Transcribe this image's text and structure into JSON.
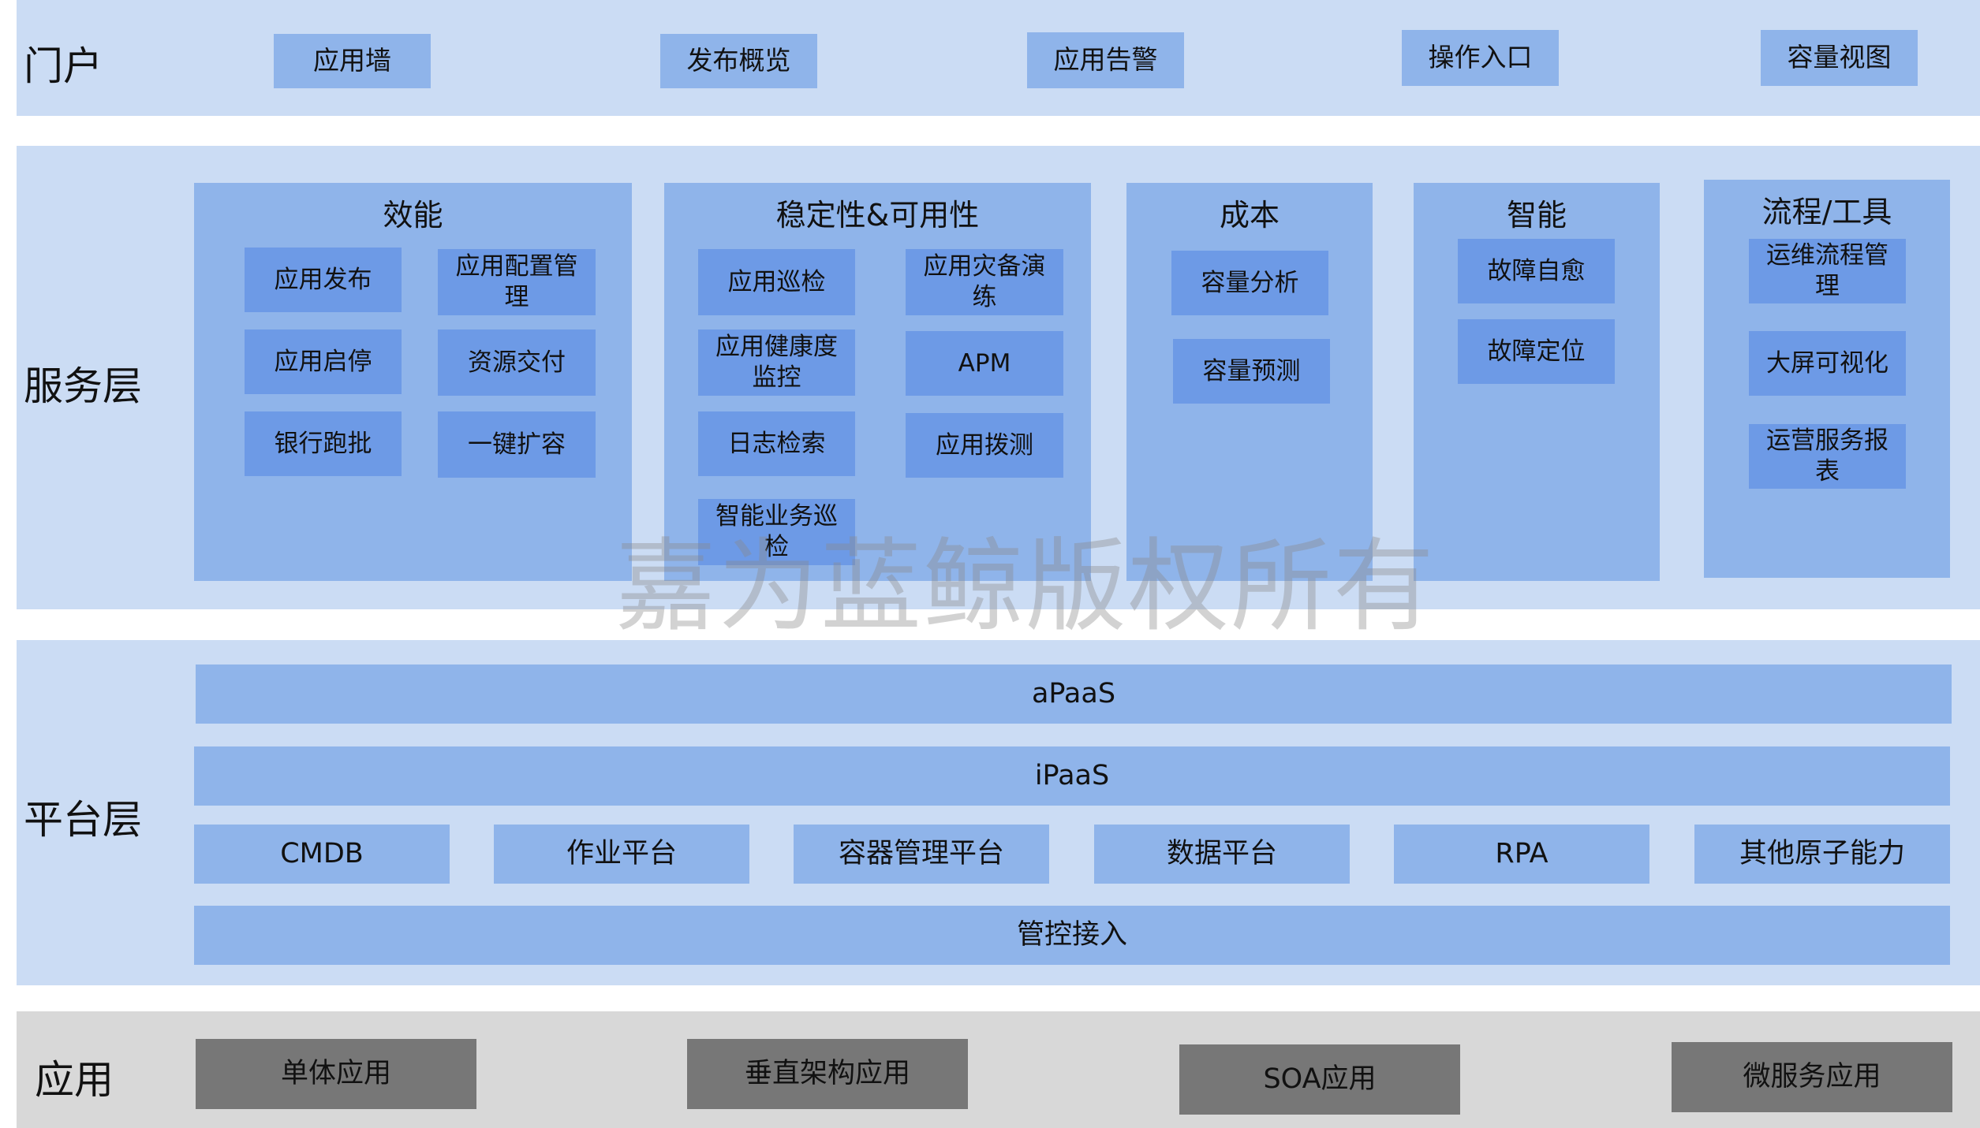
{
  "portal": {
    "title": "门户",
    "items": [
      "应用墙",
      "发布概览",
      "应用告警",
      "操作入口",
      "容量视图"
    ]
  },
  "service": {
    "title": "服务层",
    "groups": [
      {
        "title": "效能",
        "items": [
          "应用发布",
          "应用配置管理",
          "应用启停",
          "资源交付",
          "银行跑批",
          "一键扩容"
        ]
      },
      {
        "title": "稳定性&可用性",
        "items": [
          "应用巡检",
          "应用灾备演练",
          "应用健康度监控",
          "APM",
          "日志检索",
          "应用拨测",
          "智能业务巡检"
        ]
      },
      {
        "title": "成本",
        "items": [
          "容量分析",
          "容量预测"
        ]
      },
      {
        "title": "智能",
        "items": [
          "故障自愈",
          "故障定位"
        ]
      },
      {
        "title": "流程/工具",
        "items": [
          "运维流程管理",
          "大屏可视化",
          "运营服务报表"
        ]
      }
    ]
  },
  "platform": {
    "title": "平台层",
    "apaas": "aPaaS",
    "ipaas": "iPaaS",
    "components": [
      "CMDB",
      "作业平台",
      "容器管理平台",
      "数据平台",
      "RPA",
      "其他原子能力"
    ],
    "control": "管控接入"
  },
  "applications": {
    "title": "应用",
    "items": [
      "单体应用",
      "垂直架构应用",
      "SOA应用",
      "微服务应用"
    ]
  },
  "watermark": "嘉为蓝鲸版权所有",
  "colors": {
    "band": "#cbdcf4",
    "panel": "#8fb4ea",
    "box": "#6d9ae6",
    "app_band": "#d8d8d8",
    "app_box": "#777777"
  }
}
